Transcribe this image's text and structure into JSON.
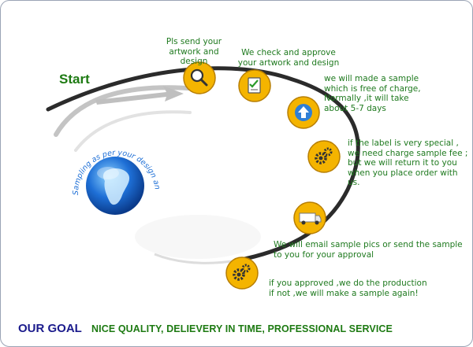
{
  "start_label": "Start",
  "globe": {
    "arc_text": "Sampling as per your design and"
  },
  "steps": [
    {
      "icon": "magnifier-icon",
      "text": "Pls send your\nartwork and design"
    },
    {
      "icon": "checklist-icon",
      "text": "We check and approve\nyour artwork and design"
    },
    {
      "icon": "upload-arrow-icon",
      "text": "we will  made a sample\nwhich is free of charge,\nNormally ,it will take\nabout 5-7 days"
    },
    {
      "icon": "gears-icon",
      "text": "if the label is very special ,\n we need charge sample fee  ;\nbut we will return it to you\nwhen you place order with us."
    },
    {
      "icon": "delivery-van-icon",
      "text": "We will email sample pics or send the sample\nto you for your approval"
    },
    {
      "icon": "gears-icon",
      "text": "if you approved ,we do the production\nif not ,we will make a sample again!"
    }
  ],
  "footer": {
    "goal_label": "OUR GOAL",
    "goal_text": "NICE QUALITY, DELIEVERY IN TIME, PROFESSIONAL SERVICE"
  },
  "colors": {
    "green_text": "#1f7a1f",
    "goal_blue": "#1a1a8c",
    "orb_gold": "#f4b400",
    "globe_blue": "#1e6fd6"
  }
}
